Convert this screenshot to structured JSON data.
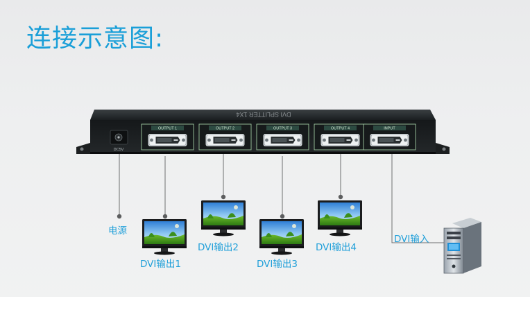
{
  "title": "连接示意图:",
  "device": {
    "top_text": "DVI SPLITTER 1X4",
    "power_port": "DC5V",
    "ports": [
      "OUTPUT 1",
      "OUTPUT 2",
      "OUTPUT 3",
      "OUTPUT 4",
      "INPUT"
    ]
  },
  "labels": {
    "power": "电源",
    "out1": "DVI输出1",
    "out2": "DVI输出2",
    "out3": "DVI输出3",
    "out4": "DVI输出4",
    "input": "DVI输入"
  },
  "colors": {
    "accent": "#1a9fd8",
    "device_body": "#1e2224",
    "port_panel": "#2c4a41",
    "port_border": "#9ec8a0"
  },
  "icons": [
    "monitor-icon",
    "computer-tower-icon",
    "dvi-connector-icon",
    "power-jack-icon"
  ]
}
